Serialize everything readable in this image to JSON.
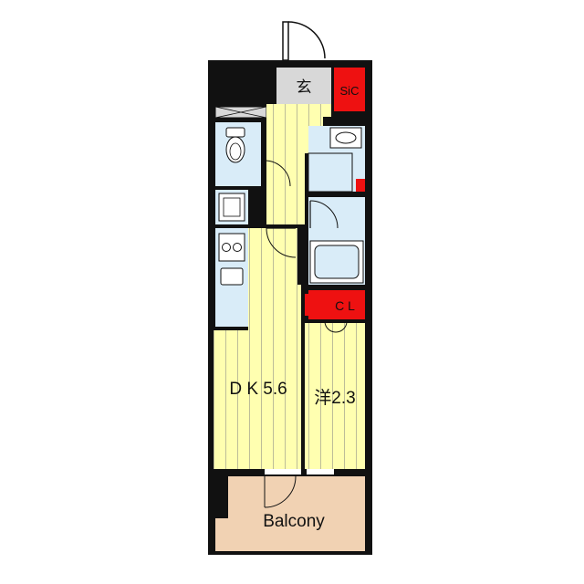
{
  "rooms": {
    "entrance": {
      "label": "玄"
    },
    "sic": {
      "label": "SiC"
    },
    "closet": {
      "label": "C L"
    },
    "dk": {
      "label": "D K 5.6"
    },
    "western": {
      "label": "洋2.3"
    },
    "balcony": {
      "label": "Balcony"
    }
  },
  "colors": {
    "room_yellow": "#ffffb0",
    "wet_blue": "#d9ecf8",
    "storage_red": "#ee1111",
    "entrance_gray": "#d8d8d8",
    "balcony_tan": "#f1d2b3",
    "wall": "#0d0d0d",
    "stripe": "#bfbf9a"
  }
}
